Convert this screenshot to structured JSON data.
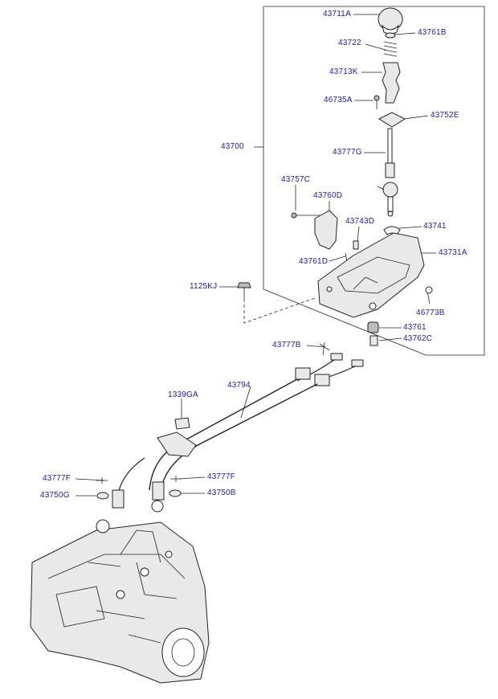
{
  "labels": {
    "p43711A": "43711A",
    "p43761B": "43761B",
    "p43722": "43722",
    "p43713K": "43713K",
    "p46735A": "46735A",
    "p43752E": "43752E",
    "p43700": "43700",
    "p43777G": "43777G",
    "p43757C": "43757C",
    "p43760D": "43760D",
    "p43743D": "43743D",
    "p43741": "43741",
    "p43731A": "43731A",
    "p43761D": "43761D",
    "p1125KJ": "1125KJ",
    "p46773B": "46773B",
    "p43761": "43761",
    "p43762C": "43762C",
    "p43777B": "43777B",
    "p43794": "43794",
    "p1339GA": "1339GA",
    "p43777F_left": "43777F",
    "p43777F_right": "43777F",
    "p43750G": "43750G",
    "p43750B": "43750B"
  }
}
